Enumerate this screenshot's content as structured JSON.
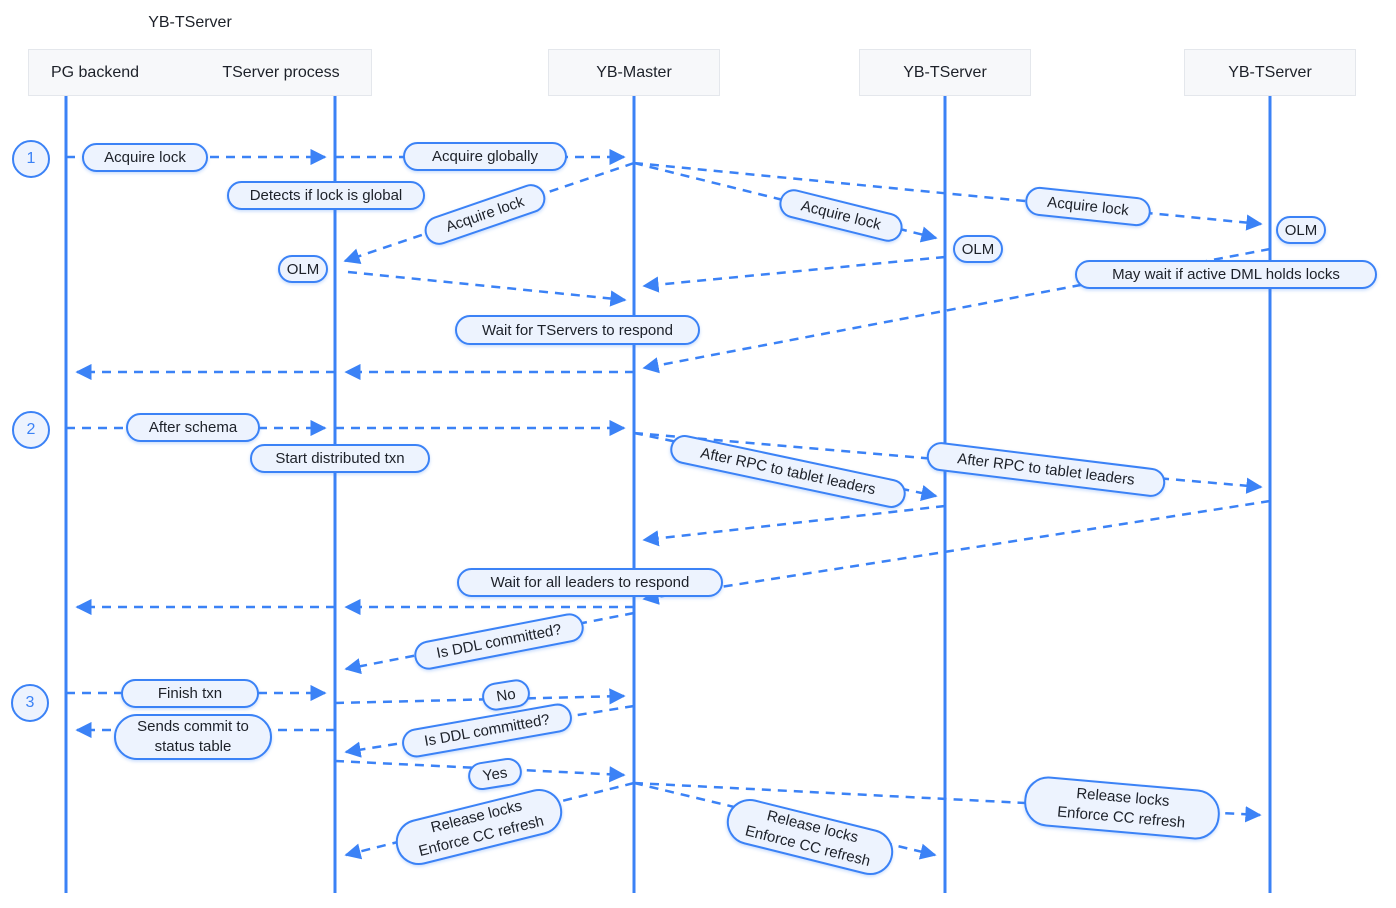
{
  "diagram": {
    "group_label": "YB-TServer",
    "actors": {
      "pg": "PG backend",
      "tserver_process": "TServer process",
      "master": "YB-Master",
      "tserver2": "YB-TServer",
      "tserver3": "YB-TServer"
    },
    "steps": {
      "s1": "1",
      "s2": "2",
      "s3": "3"
    },
    "messages": {
      "acquire_lock": "Acquire lock",
      "acquire_globally": "Acquire globally",
      "detects_global": "Detects if lock is global",
      "olm": "OLM",
      "may_wait": "May wait if active DML holds locks",
      "wait_tservers": "Wait for TServers to respond",
      "after_schema": "After schema",
      "start_distributed_txn": "Start distributed txn",
      "after_rpc": "After RPC to tablet leaders",
      "wait_leaders": "Wait for all leaders to respond",
      "is_ddl_committed": "Is DDL committed?",
      "finish_txn": "Finish txn",
      "no": "No",
      "sends_commit_line1": "Sends commit to",
      "sends_commit_line2": "status table",
      "yes": "Yes",
      "release_line1": "Release locks",
      "release_line2": "Enforce CC refresh"
    },
    "colors": {
      "accent": "#3b82f6",
      "pill_fill": "#edf3fe",
      "header_fill": "#f7f8fa",
      "header_border": "#e4e7ec",
      "text": "#1d2129"
    }
  }
}
